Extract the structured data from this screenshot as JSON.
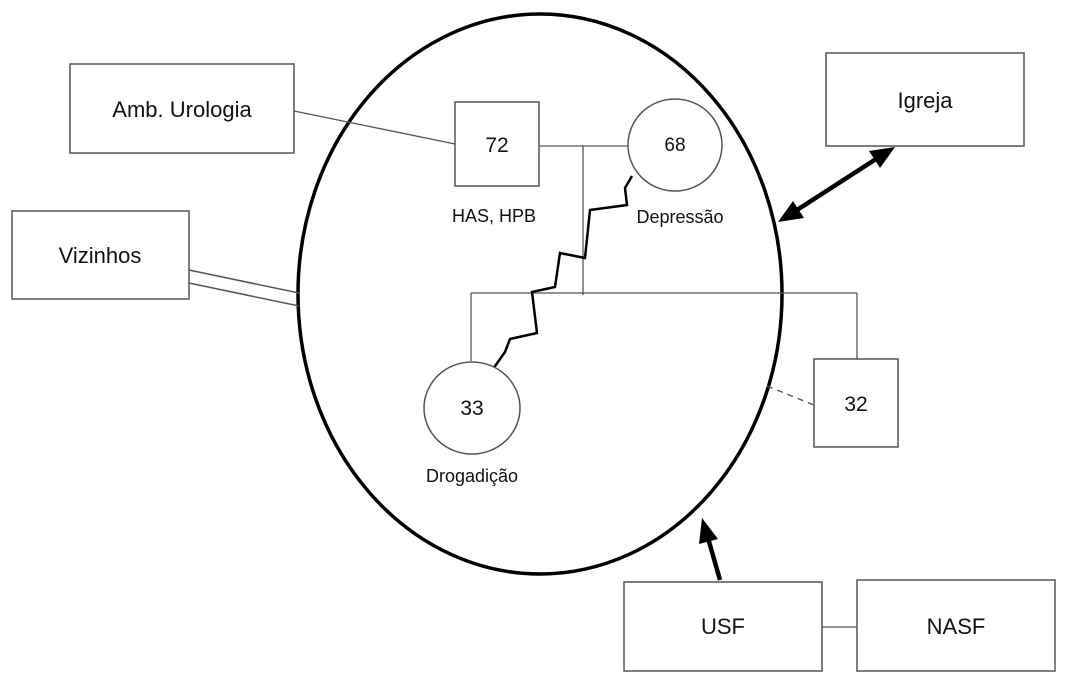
{
  "external": {
    "urologia": "Amb. Urologia",
    "vizinhos": "Vizinhos",
    "igreja": "Igreja",
    "usf": "USF",
    "nasf": "NASF"
  },
  "family": {
    "father": {
      "age": "72",
      "condition": "HAS, HPB"
    },
    "mother": {
      "age": "68",
      "condition": "Depressão"
    },
    "daughter": {
      "age": "33",
      "condition": "Drogadição"
    },
    "son": {
      "age": "32"
    }
  },
  "colors": {
    "ink": "#000000",
    "line": "#4a4a4a",
    "shape": "#555555"
  }
}
